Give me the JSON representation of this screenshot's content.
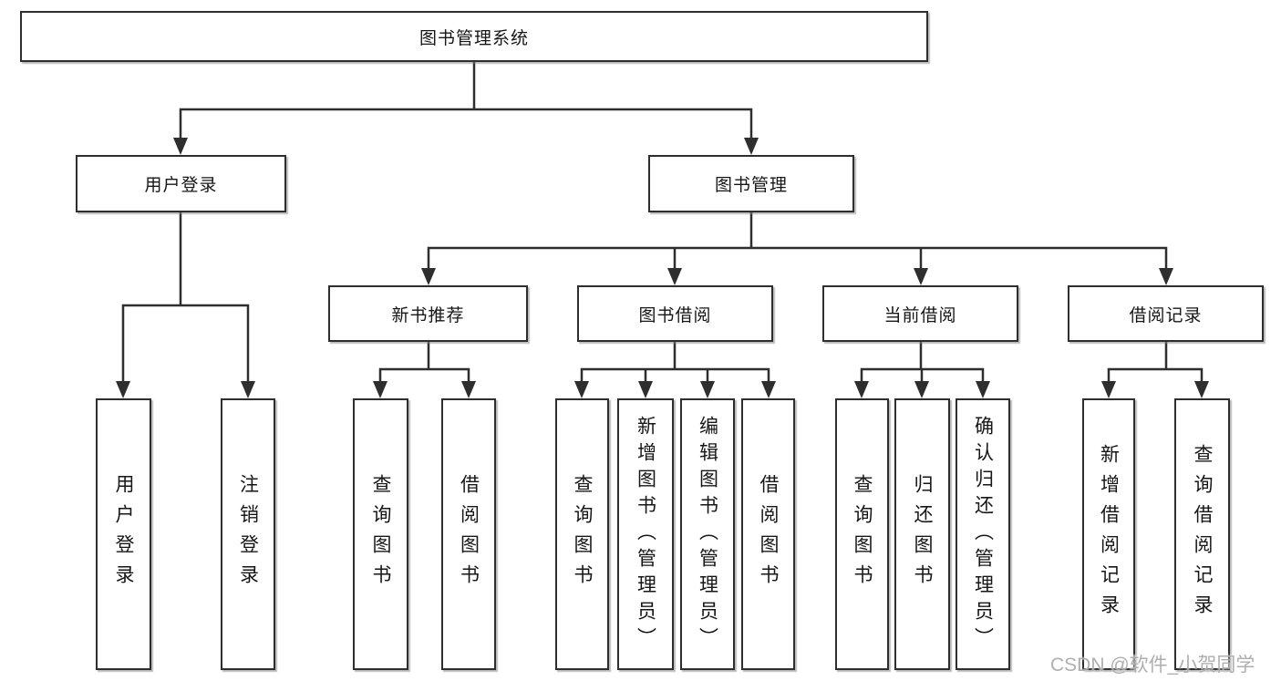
{
  "root": {
    "label": "图书管理系统"
  },
  "branches": [
    {
      "label": "用户登录",
      "children": [
        "用户登录",
        "注销登录"
      ]
    },
    {
      "label": "图书管理",
      "sections": [
        {
          "label": "新书推荐",
          "children": [
            "查询图书",
            "借阅图书"
          ]
        },
        {
          "label": "图书借阅",
          "children": [
            "查询图书",
            "新增图书（管理员）",
            "编辑图书（管理员）",
            "借阅图书"
          ]
        },
        {
          "label": "当前借阅",
          "children": [
            "查询图书",
            "归还图书",
            "确认归还（管理员）"
          ]
        },
        {
          "label": "借阅记录",
          "children": [
            "新增借阅记录",
            "查询借阅记录"
          ]
        }
      ]
    }
  ],
  "watermark": "CSDN @软件_小贺同学",
  "colors": {
    "line": "#2e2e2e",
    "text": "#161616",
    "background": "#ffffff",
    "watermark": "#a8a8aa"
  }
}
